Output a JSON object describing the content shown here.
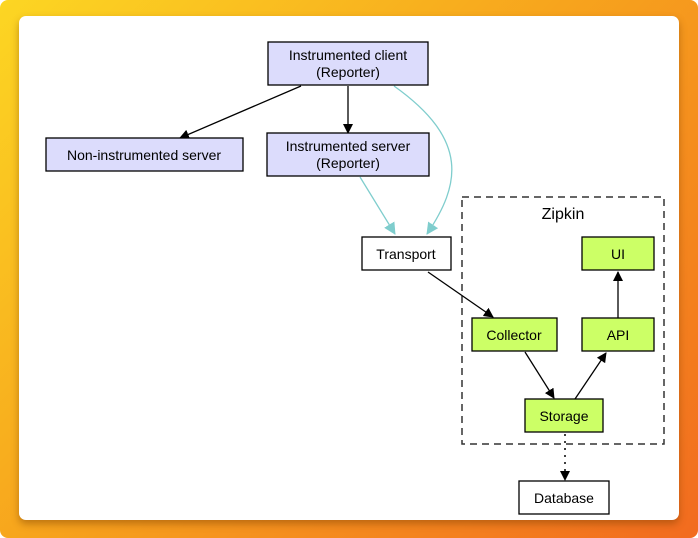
{
  "colors": {
    "reporter_fill": "#dcdcfc",
    "zipkin_fill": "#ccff66",
    "plain_fill": "#ffffff",
    "black_edge": "#000000",
    "teal_edge": "#7fcdcd",
    "cluster_border": "#333333"
  },
  "cluster": {
    "id": "zipkin",
    "label": "Zipkin"
  },
  "nodes": [
    {
      "id": "client",
      "lines": [
        "Instrumented client",
        "(Reporter)"
      ],
      "style": "reporter"
    },
    {
      "id": "noninst",
      "lines": [
        "Non-instrumented server"
      ],
      "style": "reporter"
    },
    {
      "id": "server",
      "lines": [
        "Instrumented server",
        "(Reporter)"
      ],
      "style": "reporter"
    },
    {
      "id": "transport",
      "lines": [
        "Transport"
      ],
      "style": "plain"
    },
    {
      "id": "ui",
      "lines": [
        "UI"
      ],
      "style": "zipkin"
    },
    {
      "id": "collector",
      "lines": [
        "Collector"
      ],
      "style": "zipkin"
    },
    {
      "id": "api",
      "lines": [
        "API"
      ],
      "style": "zipkin"
    },
    {
      "id": "storage",
      "lines": [
        "Storage"
      ],
      "style": "zipkin"
    },
    {
      "id": "database",
      "lines": [
        "Database"
      ],
      "style": "plain"
    }
  ],
  "edges": [
    {
      "from": "client",
      "to": "noninst",
      "style": "solid-black"
    },
    {
      "from": "client",
      "to": "server",
      "style": "solid-black"
    },
    {
      "from": "client",
      "to": "transport",
      "style": "teal-curved"
    },
    {
      "from": "server",
      "to": "transport",
      "style": "teal"
    },
    {
      "from": "transport",
      "to": "collector",
      "style": "solid-black"
    },
    {
      "from": "collector",
      "to": "storage",
      "style": "solid-black"
    },
    {
      "from": "storage",
      "to": "api",
      "style": "solid-black"
    },
    {
      "from": "api",
      "to": "ui",
      "style": "solid-black"
    },
    {
      "from": "storage",
      "to": "database",
      "style": "dotted-black"
    }
  ]
}
